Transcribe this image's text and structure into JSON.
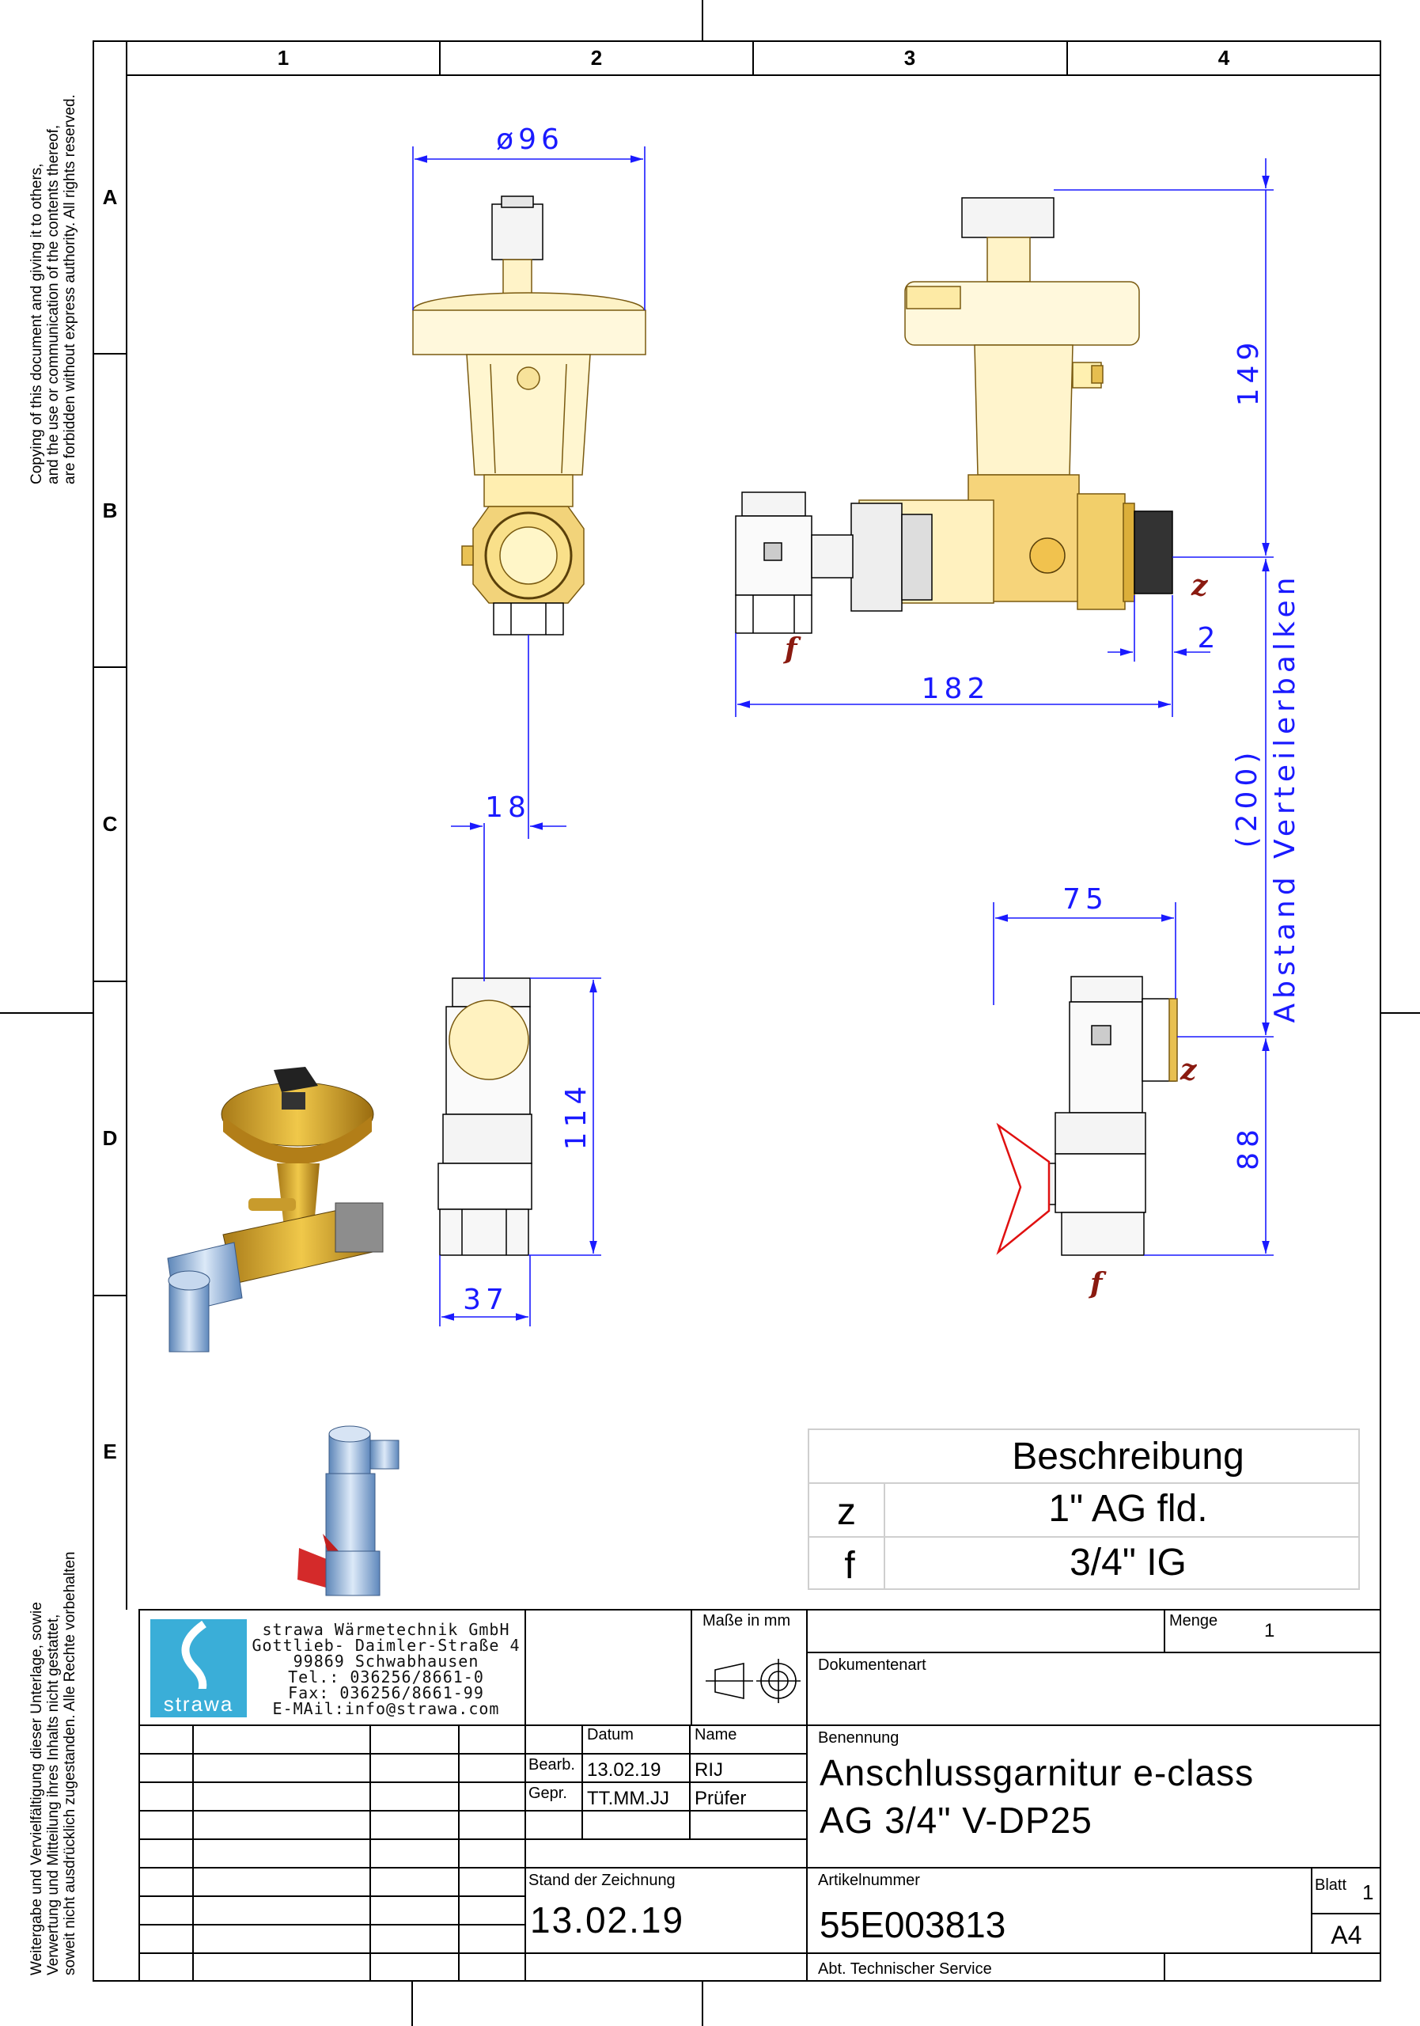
{
  "frame": {
    "columns": [
      "1",
      "2",
      "3",
      "4"
    ],
    "rows": [
      "A",
      "B",
      "C",
      "D",
      "E"
    ]
  },
  "side_notes": {
    "top_lines": [
      "Copying of this document and giving it to others,",
      "and the use or communication of the contents thereof,",
      "are forbidden without express authority. All rights reserved."
    ],
    "bottom_lines": [
      "Weitergabe und Vervielfältigung dieser Unterlage, sowie",
      "Verwertung und Mitteilung ihres Inhalts nicht gestattet,",
      "soweit nicht ausdrücklich zugestanden. Alle Rechte vorbehalten"
    ]
  },
  "dimensions": {
    "diameter": "ø96",
    "height_149": "149",
    "offset_2": "2",
    "length_182": "182",
    "offset_18": "18",
    "height_114": "114",
    "width_37": "37",
    "width_75": "75",
    "height_88": "88",
    "distance_200": "(200)",
    "distance_label": "Abstand Verteilerbalken"
  },
  "connection_marks": {
    "z": "z",
    "f": "f"
  },
  "description_table": {
    "header": "Beschreibung",
    "rows": [
      {
        "code": "z",
        "text": "1\" AG fld."
      },
      {
        "code": "f",
        "text": "3/4\" IG"
      }
    ]
  },
  "title_block": {
    "company_lines": [
      "strawa Wärmetechnik GmbH",
      "Gottlieb- Daimler-Straße 4",
      "99869 Schwabhausen",
      "Tel.: 036256/8661-0",
      "Fax: 036256/8661-99",
      "E-MAil:info@strawa.com"
    ],
    "logo_text": "strawa",
    "units_label": "Maße in mm",
    "quantity_label": "Menge",
    "quantity_value": "1",
    "document_type_label": "Dokumentenart",
    "date_label": "Datum",
    "name_label": "Name",
    "designation_label": "Benennung",
    "bearb_label": "Bearb.",
    "bearb_date": "13.02.19",
    "bearb_name": "RIJ",
    "gepr_label": "Gepr.",
    "gepr_date": "TT.MM.JJ",
    "gepr_name": "Prüfer",
    "designation_line1": "Anschlussgarnitur e-class",
    "designation_line2": "AG 3/4\" V-DP25",
    "drawing_state_label": "Stand der Zeichnung",
    "drawing_state_value": "13.02.19",
    "article_label": "Artikelnummer",
    "article_value": "55E003813",
    "sheet_label": "Blatt",
    "sheet_value": "1",
    "format_value": "A4",
    "department": "Abt. Technischer Service"
  },
  "colors": {
    "dimension": "#1a1aff",
    "brass": "#c8a030",
    "brass_light": "#f2dc8a",
    "handle_red": "#d42a2a",
    "chrome": "#7fa8d8",
    "logo": "#3aaed8"
  }
}
